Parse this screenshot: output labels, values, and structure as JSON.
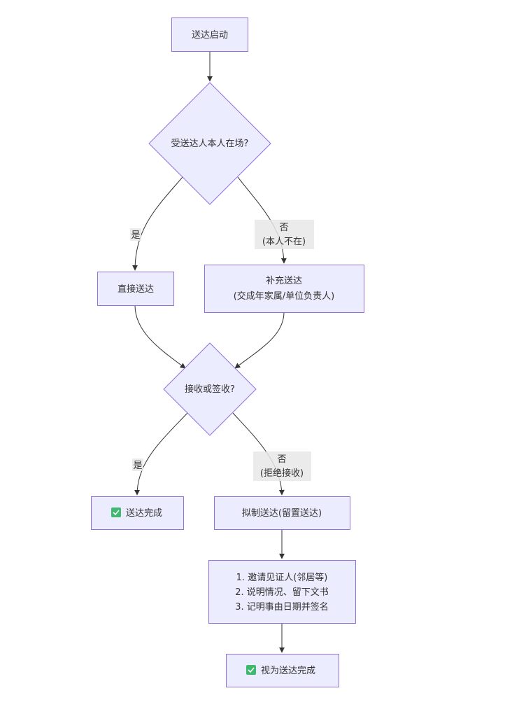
{
  "diagram": {
    "type": "flowchart",
    "direction": "top-down",
    "colors": {
      "node_fill": "#ECECFF",
      "node_stroke": "#9370DB",
      "edge": "#333333",
      "edge_label_bg": "#e8e8e8",
      "text": "#333333",
      "check_icon": "#3fb96f"
    },
    "nodes": {
      "start": {
        "shape": "rect",
        "lines": [
          "送达启动"
        ]
      },
      "present_check": {
        "shape": "diamond",
        "lines": [
          "受送达人本人在场?"
        ]
      },
      "direct": {
        "shape": "rect",
        "lines": [
          "直接送达"
        ]
      },
      "supplement": {
        "shape": "rect",
        "lines": [
          "补充送达",
          "(交成年家属/单位负责人)"
        ]
      },
      "accept_check": {
        "shape": "diamond",
        "lines": [
          "接收或签收?"
        ]
      },
      "done": {
        "shape": "rect",
        "icon": "check-mark-button-icon",
        "lines": [
          "送达完成"
        ]
      },
      "lodge": {
        "shape": "rect",
        "lines": [
          "拟制送达(留置送达)"
        ]
      },
      "steps": {
        "shape": "rect",
        "lines": [
          "1. 邀请见证人(邻居等)",
          "2. 说明情况、留下文书",
          "3. 记明事由日期并签名"
        ]
      },
      "deemed_done": {
        "shape": "rect",
        "icon": "check-mark-button-icon",
        "lines": [
          "视为送达完成"
        ]
      }
    },
    "edges": [
      {
        "from": "start",
        "to": "present_check",
        "label": []
      },
      {
        "from": "present_check",
        "to": "direct",
        "label": [
          "是"
        ]
      },
      {
        "from": "present_check",
        "to": "supplement",
        "label": [
          "否",
          "(本人不在)"
        ]
      },
      {
        "from": "direct",
        "to": "accept_check",
        "label": []
      },
      {
        "from": "supplement",
        "to": "accept_check",
        "label": []
      },
      {
        "from": "accept_check",
        "to": "done",
        "label": [
          "是"
        ]
      },
      {
        "from": "accept_check",
        "to": "lodge",
        "label": [
          "否",
          "(拒绝接收)"
        ]
      },
      {
        "from": "lodge",
        "to": "steps",
        "label": []
      },
      {
        "from": "steps",
        "to": "deemed_done",
        "label": []
      }
    ]
  }
}
